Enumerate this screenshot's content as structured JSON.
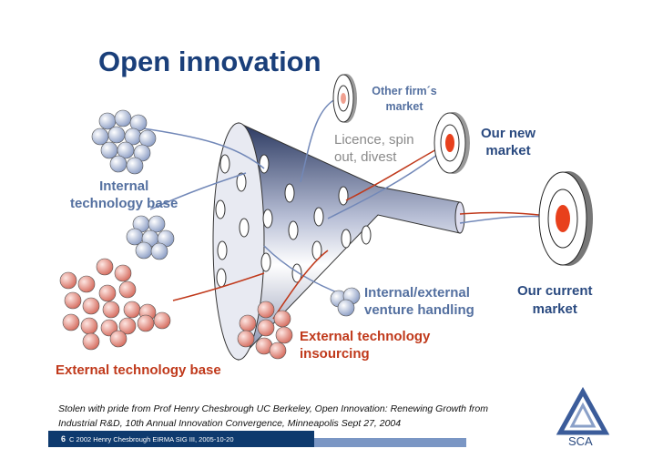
{
  "title": "Open innovation",
  "labels": {
    "other_firm": "Other firm´s market",
    "licence": [
      "Licence, spin",
      "out, divest"
    ],
    "new_market": [
      "Our new",
      "market"
    ],
    "internal_base": [
      "Internal",
      "technology base"
    ],
    "venture": [
      "Internal/external",
      "venture handling"
    ],
    "current_market": [
      "Our current",
      "market"
    ],
    "insourcing": [
      "External technology",
      "insourcing"
    ],
    "external_base": "External technology base"
  },
  "citation": [
    "Stolen with pride from Prof Henry Chesbrough UC Berkeley, Open Innovation: Renewing Growth from",
    "Industrial R&D, 10th Annual  Innovation Convergence, Minneapolis Sept 27, 2004"
  ],
  "footer": {
    "page": "6",
    "text": "C 2002 Henry Chesbrough   EIRMA SIG III, 2005-10-20"
  },
  "logo": "SCA",
  "colors": {
    "title": "#1a3f7a",
    "red": "#c0391b",
    "footer": "#0e3a6e",
    "target": "#e8401c"
  }
}
